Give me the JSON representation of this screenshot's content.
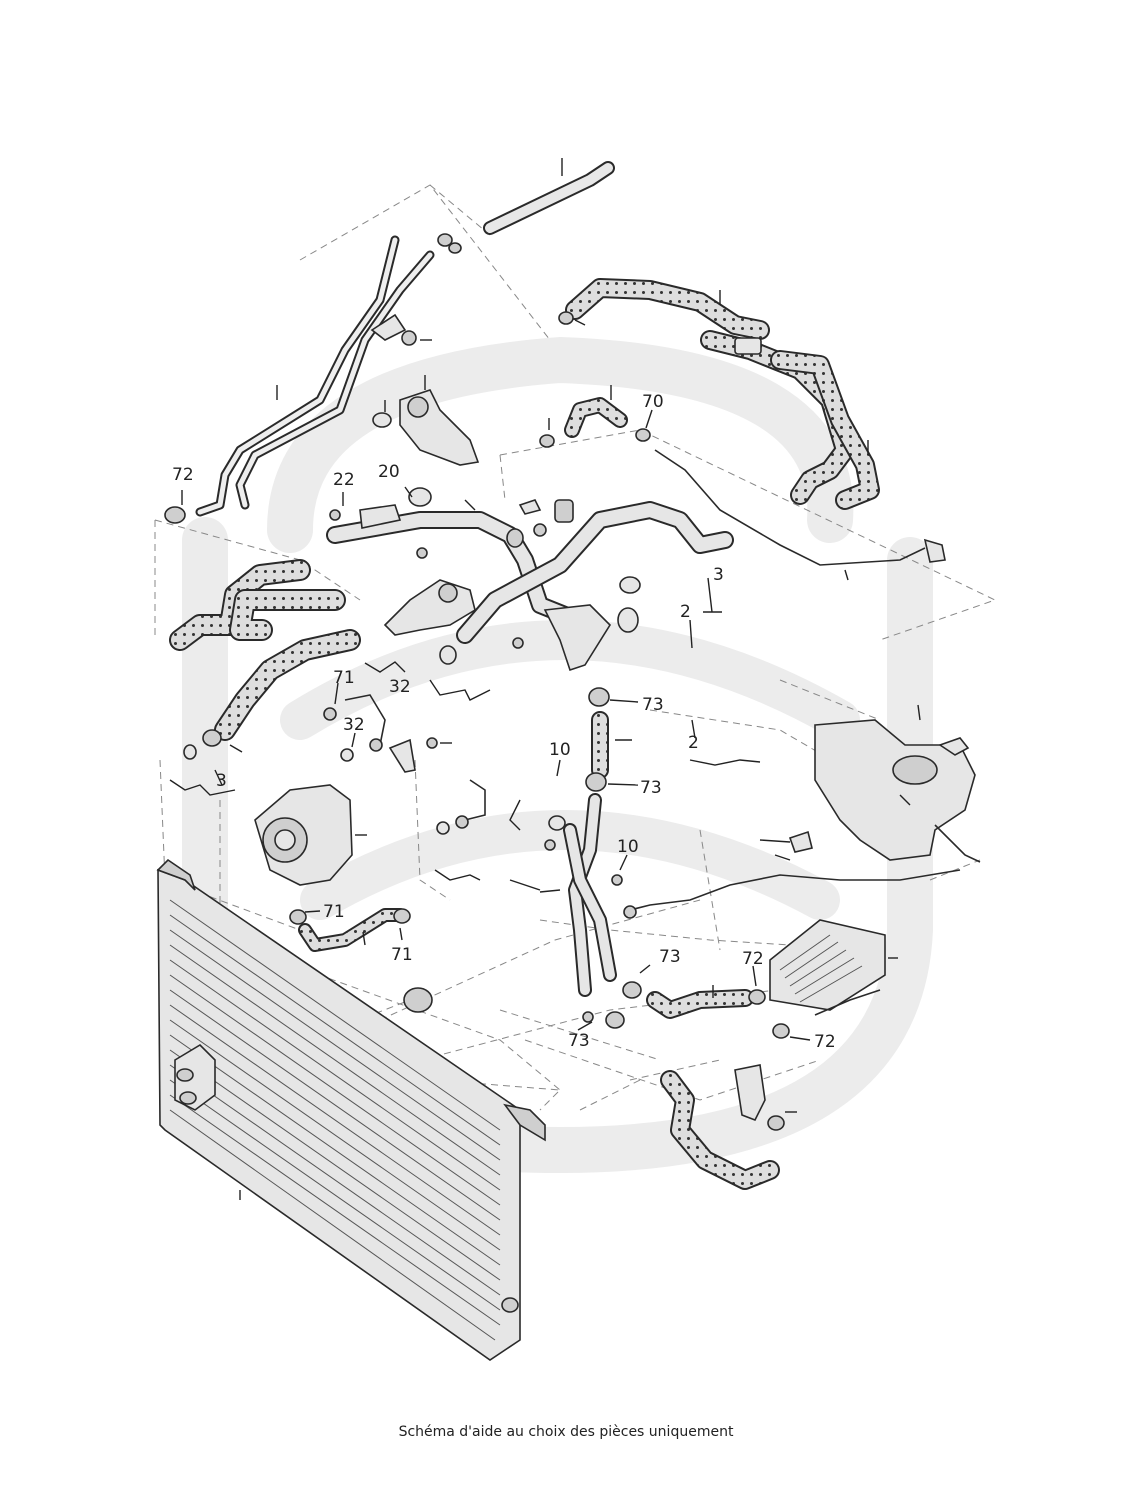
{
  "caption": "Schéma d'aide au choix des pièces uniquement",
  "callouts": [
    {
      "id": "c70",
      "text": "70"
    },
    {
      "id": "c72a",
      "text": "72"
    },
    {
      "id": "c22",
      "text": "22"
    },
    {
      "id": "c20",
      "text": "20"
    },
    {
      "id": "c3a",
      "text": "3"
    },
    {
      "id": "c2a",
      "text": "2"
    },
    {
      "id": "c71a",
      "text": "71"
    },
    {
      "id": "c32a",
      "text": "32"
    },
    {
      "id": "c32b",
      "text": "32"
    },
    {
      "id": "c73a",
      "text": "73"
    },
    {
      "id": "c2b",
      "text": "2"
    },
    {
      "id": "c3b",
      "text": "3"
    },
    {
      "id": "c10a",
      "text": "10"
    },
    {
      "id": "c73b",
      "text": "73"
    },
    {
      "id": "c10b",
      "text": "10"
    },
    {
      "id": "c71b",
      "text": "71"
    },
    {
      "id": "c71c",
      "text": "71"
    },
    {
      "id": "c73c",
      "text": "73"
    },
    {
      "id": "c72b",
      "text": "72"
    },
    {
      "id": "c73d",
      "text": "73"
    },
    {
      "id": "c72c",
      "text": "72"
    }
  ],
  "colors": {
    "line": "#2a2a2a",
    "part": "#e6e6e6",
    "watermark": "#eeeeee",
    "hose": "#d9d9d9"
  }
}
